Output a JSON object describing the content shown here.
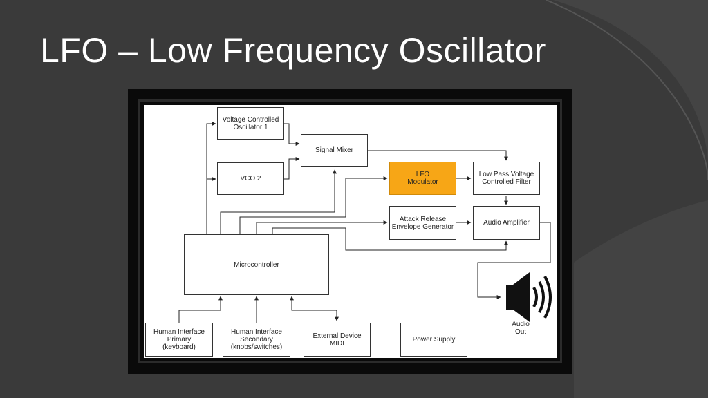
{
  "slide": {
    "title": "LFO – Low Frequency Oscillator"
  },
  "colors": {
    "background": "#3a3a3a",
    "highlight": "#f7a616",
    "canvas": "#ffffff"
  },
  "diagram": {
    "blocks": {
      "vco1": "Voltage Controlled\nOscillator 1",
      "vco2": "VCO 2",
      "mixer": "Signal Mixer",
      "lfo": "LFO\nModulator",
      "lpf": "Low Pass Voltage\nControlled Filter",
      "envelope": "Attack Release\nEnvelope Generator",
      "amp": "Audio Amplifier",
      "mcu": "Microcontroller",
      "hi_primary": "Human Interface\nPrimary\n(keyboard)",
      "hi_secondary": "Human Interface\nSecondary\n(knobs/switches)",
      "midi": "External Device\nMIDI",
      "power": "Power Supply"
    },
    "audio_out": "Audio\nOut",
    "speaker_icon": "speaker-icon"
  }
}
